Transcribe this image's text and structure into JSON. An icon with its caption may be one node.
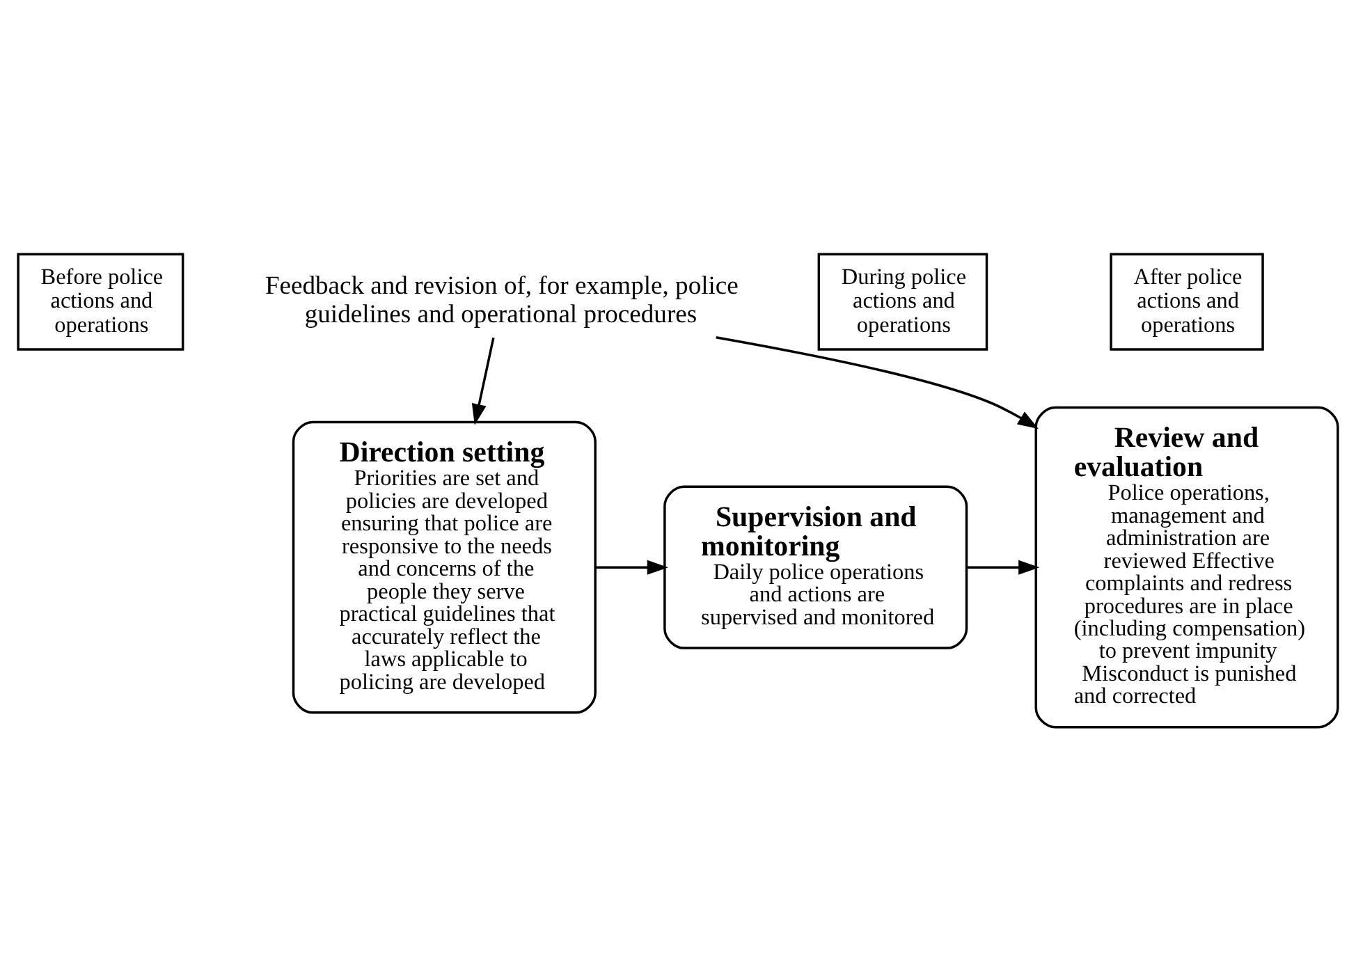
{
  "diagram": {
    "nodes": [
      {
        "text": [
          "Before police actions and operations"
        ]
      },
      {
        "text": [
          "During police actions and operations"
        ]
      },
      {
        "text": [
          "After police actions and operations"
        ]
      },
      {
        "text": [
          "Direction setting",
          "Priorities are set and policies are developed ensuring that police are responsive to the needs and concerns of the people they serve practical guidelines that accurately reflect the laws applicable to policing are developed"
        ]
      },
      {
        "text": [
          "Supervision and monitoring",
          "Daily police operations and actions are supervised and monitored"
        ]
      },
      {
        "text": [
          "Review and evaluation",
          "Police operations, management and administration are reviewed Effective complaints and redress procedures are in place (including compensation) to prevent impunity Misconduct is punished and corrected"
        ]
      },
      {
        "text": [
          "Feedback and revision of, for example, police guidelines and operational procedures"
        ]
      }
    ],
    "edges": [
      {
        "from": 3,
        "to": 4,
        "arrow": "to"
      },
      {
        "from": 4,
        "to": 5,
        "arrow": "to"
      },
      {
        "from": 6,
        "to": 3,
        "arrow": "to"
      },
      {
        "from": 6,
        "to": 5,
        "arrow": "to"
      }
    ]
  }
}
